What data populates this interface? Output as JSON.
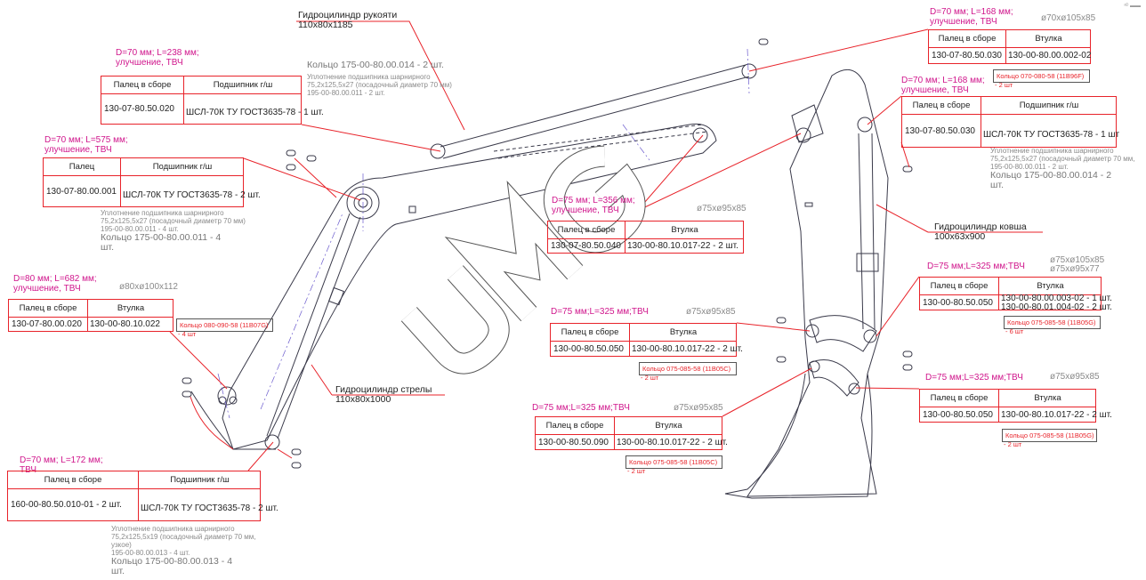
{
  "corner_mark": "ᵃᴰ ▬▬",
  "watermark": "UMG",
  "cylinders": [
    {
      "name": "Гидроцилиндр рукояти",
      "size": "110x80x1185"
    },
    {
      "name": "Гидроцилиндр стрелы",
      "size": "110x80x1000"
    },
    {
      "name": "Гидроцилиндр ковша",
      "size": "100x63x900"
    }
  ],
  "callouts": [
    {
      "spec": [
        "D=70 мм; L=238 мм;",
        "улучшение, ТВЧ"
      ],
      "size": [],
      "headers": [
        "Палец в сборе",
        "Подшипник г/ш"
      ],
      "cells": [
        [
          "130-07-80.50.020"
        ],
        [
          "ШСЛ-70К ТУ ГОСТ3635-78 - 1 шт."
        ]
      ],
      "ring": null,
      "notes": [
        "Кольцо 175-00-80.00.014 - 2 шт.",
        "Уплотнение подшипника шарнирного",
        "75,2x125,5x27 (посадочный диаметр 70 мм)",
        "195-00-80.00.011 - 2 шт."
      ]
    },
    {
      "spec": [
        "D=70 мм; L=575 мм;",
        "улучшение, ТВЧ"
      ],
      "size": [],
      "headers": [
        "Палец",
        "Подшипник г/ш"
      ],
      "cells": [
        [
          "130-07-80.00.001"
        ],
        [
          "ШСЛ-70К ТУ ГОСТ3635-78 - 2 шт."
        ]
      ],
      "ring": null,
      "notes": [
        "Уплотнение подшипника шарнирного",
        "75,2x125,5x27 (посадочный диаметр 70 мм)",
        "195-00-80.00.011 - 4 шт.",
        "Кольцо 175-00-80.00.011 - 4",
        "шт."
      ]
    },
    {
      "spec": [
        "D=80 мм; L=682 мм;",
        "улучшение, ТВЧ"
      ],
      "size": [
        "ø80xø100x112"
      ],
      "headers": [
        "Палец в сборе",
        "Втулка"
      ],
      "cells": [
        [
          "130-07-80.00.020"
        ],
        [
          "130-00-80.10.022"
        ]
      ],
      "ring": {
        "text": "Кольцо 080-090-58 (11В07G)",
        "qty": "- 4 шт"
      },
      "notes": []
    },
    {
      "spec": [
        "D=70 мм; L=172 мм;",
        "ТВЧ"
      ],
      "size": [],
      "headers": [
        "Палец в сборе",
        "Подшипник г/ш"
      ],
      "cells": [
        [
          "160-00-80.50.010-01 - 2 шт."
        ],
        [
          "ШСЛ-70К ТУ ГОСТ3635-78 - 2 шт."
        ]
      ],
      "ring": null,
      "notes": [
        "Уплотнение подшипника шарнирного",
        "75,2x125,5x19 (посадочный диаметр 70 мм,",
        "узкое)",
        "195-00-80.00.013 - 4 шт.",
        "Кольцо 175-00-80.00.013 - 4",
        "шт."
      ]
    },
    {
      "spec": [
        "D=75 мм; L=356 мм;",
        "улучшение, ТВЧ"
      ],
      "size": [
        "ø75xø95x85"
      ],
      "headers": [
        "Палец в сборе",
        "Втулка"
      ],
      "cells": [
        [
          "130-07-80.50.040"
        ],
        [
          "130-00-80.10.017-22 - 2 шт."
        ]
      ],
      "ring": null,
      "notes": []
    },
    {
      "spec": [
        "D=75 мм;L=325 мм;ТВЧ"
      ],
      "size": [
        "ø75xø95x85"
      ],
      "headers": [
        "Палец в сборе",
        "Втулка"
      ],
      "cells": [
        [
          "130-00-80.50.050"
        ],
        [
          "130-00-80.10.017-22 - 2 шт."
        ]
      ],
      "ring": {
        "text": "Кольцо 075-085-58 (11В05С)",
        "qty": "- 2 шт"
      },
      "notes": []
    },
    {
      "spec": [
        "D=75 мм;L=325 мм;ТВЧ"
      ],
      "size": [
        "ø75xø95x85"
      ],
      "headers": [
        "Палец в сборе",
        "Втулка"
      ],
      "cells": [
        [
          "130-00-80.50.090"
        ],
        [
          "130-00-80.10.017-22 - 2 шт."
        ]
      ],
      "ring": {
        "text": "Кольцо 075-085-58 (11В05С)",
        "qty": "- 2 шт"
      },
      "notes": []
    },
    {
      "spec": [
        "D=70 мм; L=168 мм;",
        "улучшение, ТВЧ"
      ],
      "size": [
        "ø70xø105x85"
      ],
      "headers": [
        "Палец в сборе",
        "Втулка"
      ],
      "cells": [
        [
          "130-07-80.50.030"
        ],
        [
          "130-00-80.00.002-02"
        ]
      ],
      "ring": {
        "text": "Кольцо 070-080-58 (11В96F)",
        "qty": "- 2 шт"
      },
      "notes": []
    },
    {
      "spec": [
        "D=70 мм; L=168 мм;",
        "улучшение, ТВЧ"
      ],
      "size": [],
      "headers": [
        "Палец в сборе",
        "Подшипник г/ш"
      ],
      "cells": [
        [
          "130-07-80.50.030"
        ],
        [
          "ШСЛ-70К ТУ ГОСТ3635-78 - 1 шт"
        ]
      ],
      "ring": null,
      "notes": [
        "Уплотнение подшипника шарнирного",
        "75,2x125,5x27 (посадочный диаметр 70 мм,",
        "195-00-80.00.011 - 2 шт.",
        "Кольцо 175-00-80.00.014 - 2",
        "шт."
      ]
    },
    {
      "spec": [
        "D=75 мм;L=325 мм;ТВЧ"
      ],
      "size": [
        "ø75xø105x85",
        "ø75xø95x77"
      ],
      "headers": [
        "Палец в сборе",
        "Втулка"
      ],
      "cells": [
        [
          "130-00-80.50.050"
        ],
        [
          "130-00-80.00.003-02 - 1 шт.",
          "130-00-80.01.004-02 - 2 шт."
        ]
      ],
      "ring": {
        "text": "Кольцо 075-085-58 (11В05G)",
        "qty": "- 6 шт"
      },
      "notes": []
    },
    {
      "spec": [
        "D=75 мм;L=325 мм;ТВЧ"
      ],
      "size": [
        "ø75xø95x85"
      ],
      "headers": [
        "Палец в сборе",
        "Втулка"
      ],
      "cells": [
        [
          "130-00-80.50.050"
        ],
        [
          "130-00-80.10.017-22 - 2 шт."
        ]
      ],
      "ring": {
        "text": "Кольцо 075-085-58 (11В05G)",
        "qty": "- 2 шт"
      },
      "notes": []
    }
  ],
  "colors": {
    "table": "#e8232a",
    "spec": "#d0168c",
    "note": "#8a8a8a",
    "drawing": "#3a3a4a",
    "axis": "#6a5acd"
  }
}
